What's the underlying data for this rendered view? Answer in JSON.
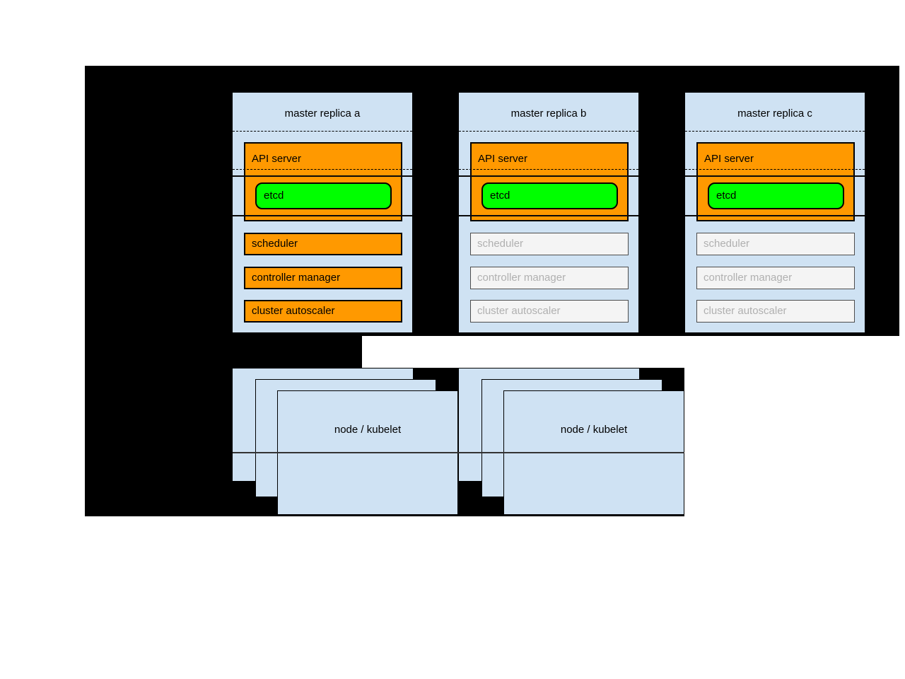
{
  "masters": [
    {
      "title": "master replica a",
      "api_server_label": "API server",
      "etcd_label": "etcd",
      "components": [
        {
          "label": "scheduler",
          "state": "active"
        },
        {
          "label": "controller manager",
          "state": "active"
        },
        {
          "label": "cluster autoscaler",
          "state": "active"
        }
      ]
    },
    {
      "title": "master replica b",
      "api_server_label": "API server",
      "etcd_label": "etcd",
      "components": [
        {
          "label": "scheduler",
          "state": "inactive"
        },
        {
          "label": "controller manager",
          "state": "inactive"
        },
        {
          "label": "cluster autoscaler",
          "state": "inactive"
        }
      ]
    },
    {
      "title": "master replica c",
      "api_server_label": "API server",
      "etcd_label": "etcd",
      "components": [
        {
          "label": "scheduler",
          "state": "inactive"
        },
        {
          "label": "controller manager",
          "state": "inactive"
        },
        {
          "label": "cluster autoscaler",
          "state": "inactive"
        }
      ]
    }
  ],
  "node_groups": [
    {
      "label": "node / kubelet"
    },
    {
      "label": "node / kubelet"
    }
  ],
  "colors": {
    "background_black": "#000000",
    "box_blue": "#cfe2f3",
    "active_orange": "#ff9900",
    "etcd_green": "#00ff00",
    "inactive_fill": "#f4f4f4",
    "inactive_border": "#4d4d4d",
    "inactive_text": "#b0b0b0",
    "node_divider": "#333333"
  }
}
